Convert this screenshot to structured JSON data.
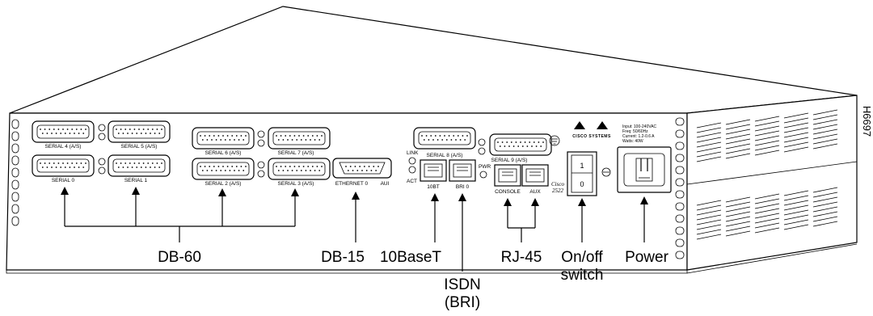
{
  "figure_id": "H6697",
  "ports": {
    "serial_4": "SERIAL 4 (A/S)",
    "serial_5": "SERIAL 5 (A/S)",
    "serial_0": "SERIAL 0",
    "serial_1": "SERIAL 1",
    "serial_6": "SERIAL 6 (A/S)",
    "serial_7": "SERIAL 7 (A/S)",
    "serial_2": "SERIAL 2 (A/S)",
    "serial_3": "SERIAL 3 (A/S)",
    "ethernet_0": "ETHERNET 0",
    "aui": "AUI",
    "serial_8": "SERIAL 8 (A/S)",
    "serial_9": "SERIAL 9 (A/S)",
    "link": "LINK",
    "act": "ACT",
    "pwr": "PWR",
    "tenbt": "10BT",
    "bri0": "BRI 0",
    "console": "CONSOLE",
    "aux": "AUX"
  },
  "brand": {
    "logo": "CISCO SYSTEMS",
    "model_line1": "Cisco",
    "model_line2": "2522"
  },
  "power_info": {
    "line1": "Input: 100-240VAC",
    "line2": "Freq: 50/60Hz",
    "line3": "Current: 1.2-0.6 A",
    "line4": "Watts: 40W"
  },
  "switch": {
    "on": "1",
    "off": "0"
  },
  "callouts": {
    "db60": "DB-60",
    "db15": "DB-15",
    "tenbaset": "10BaseT",
    "isdn_line1": "ISDN",
    "isdn_line2": "(BRI)",
    "rj45": "RJ-45",
    "onoff_line1": "On/off",
    "onoff_line2": "switch",
    "power": "Power"
  }
}
